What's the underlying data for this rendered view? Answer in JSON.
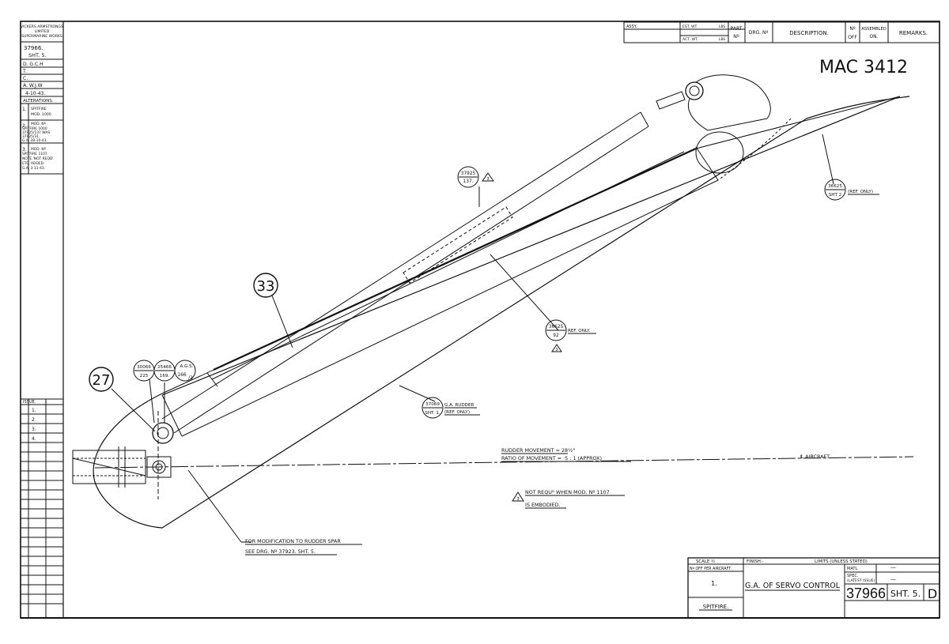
{
  "title_block_left": {
    "company": [
      "VICKERS ARMSTRONGS",
      "LIMITED",
      "SUPERMARINE WORKS"
    ],
    "drawing_no": "37966.",
    "sheet": "SHT. 5.",
    "drawn": "D. G.C.H",
    "traced": "T.",
    "checked": "C.",
    "approved": "A. W.J.W",
    "date": "4-10-43.",
    "alterations_header": "ALTERATIONS.",
    "alterations": [
      {
        "no": "1.",
        "lines": [
          "SPITFIRE",
          "MOD. 1000."
        ]
      },
      {
        "no": "2.",
        "lines": [
          "MOD. Nº",
          "SPITFIRE 1000",
          "37925/137 WAS",
          "37925/31.",
          "G.A. 28-10-43."
        ]
      },
      {
        "no": "3.",
        "lines": [
          "MOD. Nº",
          "SPITFIRE 1107.",
          "NOTE.'NOT REQD'",
          "ETC. ADDED.",
          "G.A. 3-11-43."
        ]
      }
    ],
    "issue_header": "ISSUE.",
    "issues": [
      "1.",
      "2.",
      "3.",
      "4."
    ]
  },
  "parts_list_header": {
    "assy": "ASSY.",
    "est_wt": "EST. WT.",
    "act_wt": "ACT. WT.",
    "lbs": "LBS",
    "part_no": [
      "PART",
      "Nº"
    ],
    "drg_no": "DRG. Nº",
    "description": "DESCRIPTION.",
    "no_off": [
      "Nº",
      "OFF"
    ],
    "assembled_on": [
      "ASSEMBLED",
      "ON."
    ],
    "remarks": "REMARKS."
  },
  "handwritten_ref": "MAC 3412",
  "callouts": {
    "c33": "33",
    "c27": "27",
    "ref_37925": [
      "37925",
      "137."
    ],
    "ref_36625_92": [
      "36625",
      "92"
    ],
    "ref_36625_sht2": [
      "36625",
      "SHT 2"
    ],
    "ref_37069": [
      "37069",
      "SHT. 1."
    ],
    "ref_30066": [
      "30066",
      "225"
    ],
    "ref_25466": [
      "25466",
      "169."
    ],
    "ref_ags": [
      "A.G.S.",
      "166",
      "/2"
    ],
    "rev_mark": "3",
    "ref_only_a": "REF. ONLY.",
    "ref_only_b": "(REF. ONLY)",
    "ga_rudder": "G.A. RUDDER",
    "ref_only_c": "(REF. ONLY)"
  },
  "notes": {
    "rudder_movement": "RUDDER MOVEMENT = 28½°",
    "ratio": "RATIO OF MOVEMENT = ·5 : 1 (APPROX)",
    "aircraft_cl": "℄ AIRCRAFT.",
    "not_reqd_1": "NOT REQUᴰ WHEN MOD. Nº 1107",
    "not_reqd_2": "IS EMBODIED.",
    "modification_1": "FOR MODIFICATION TO RUDDER SPAR",
    "modification_2": "SEE DRG. Nº 37923. SHT. 5."
  },
  "title_block_bottom": {
    "scale": "SCALE ½",
    "finish": "FINISH:-",
    "limits": "LIMITS (UNLESS STATED)",
    "no_off_per_aircraft": "Nº OFF PER AIRCRAFT.",
    "no_off_value": "1.",
    "aircraft": "SPITFIRE.",
    "title": "G.A. OF SERVO CONTROL",
    "matl": "MATL.",
    "matl_value": "—",
    "spec": "SPEC.",
    "spec_sub": "(LATEST ISSUE)",
    "spec_value": "—",
    "drawing_no": "37966",
    "sheet": "SHT. 5.",
    "size": "D"
  }
}
